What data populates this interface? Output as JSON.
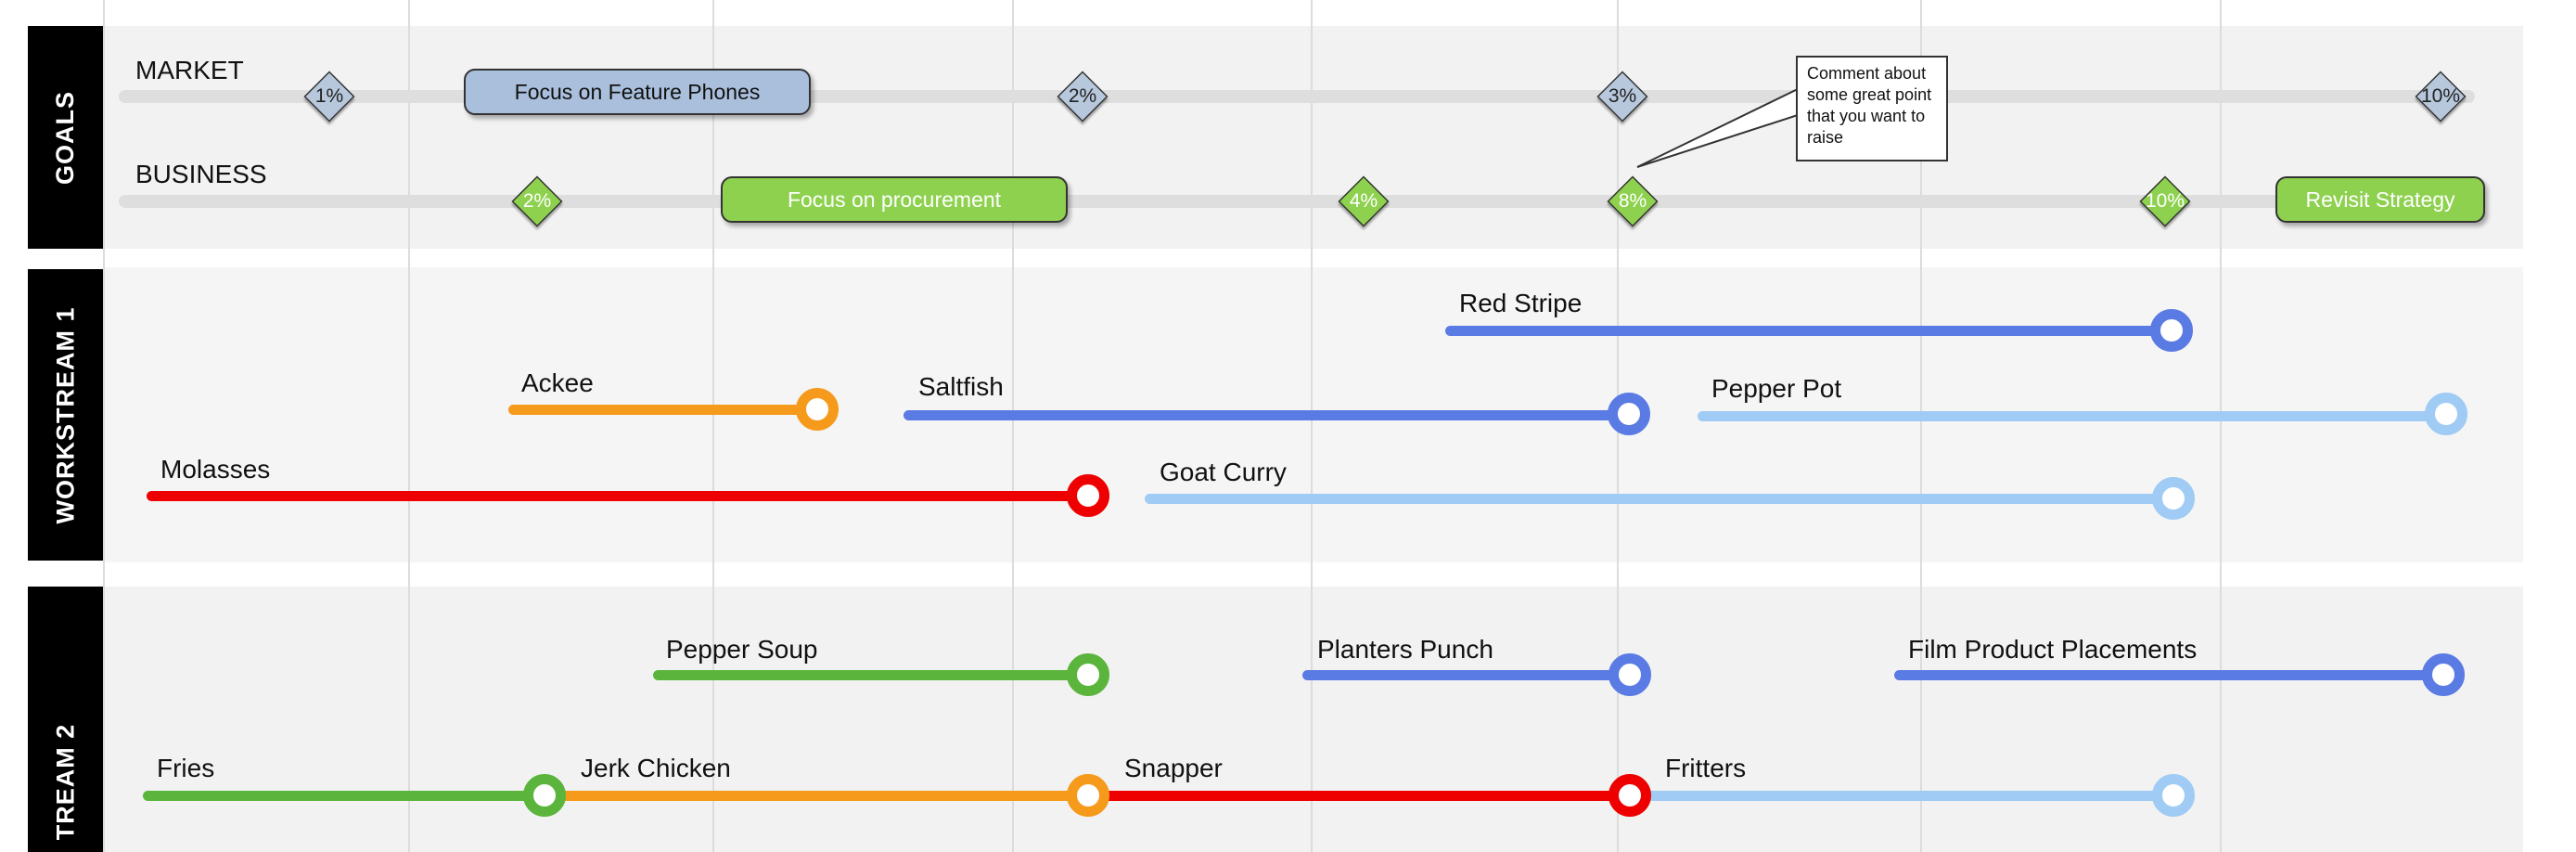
{
  "lanes": {
    "goals": "GOALS",
    "workstream1": "WORKSTREAM 1",
    "workstream2": "TREAM 2"
  },
  "goals": {
    "market_label": "MARKET",
    "business_label": "BUSINESS",
    "market_milestones": [
      "1%",
      "2%",
      "3%",
      "10%"
    ],
    "business_milestones": [
      "2%",
      "4%",
      "8%",
      "10%"
    ],
    "market_activity": "Focus on Feature Phones",
    "business_activities": [
      "Focus on procurement",
      "Revisit Strategy"
    ],
    "comment": "Comment about some great point that you want to raise"
  },
  "workstream1": {
    "red_stripe": "Red Stripe",
    "ackee": "Ackee",
    "saltfish": "Saltfish",
    "pepper_pot": "Pepper Pot",
    "molasses": "Molasses",
    "goat_curry": "Goat Curry"
  },
  "workstream2": {
    "pepper_soup": "Pepper Soup",
    "planters_punch": "Planters Punch",
    "film_product_placements": "Film Product Placements",
    "fries": "Fries",
    "jerk_chicken": "Jerk Chicken",
    "snapper": "Snapper",
    "fritters": "Fritters"
  },
  "colors": {
    "red": "#ee0000",
    "orange": "#f59a1a",
    "blue": "#5b7be4",
    "light_blue": "#9fcbf4",
    "green": "#5bb53c",
    "goal_green": "#8ed14f",
    "goal_blue": "#a9bfdc",
    "goal_diamond_blue": "#b7c7dc"
  }
}
